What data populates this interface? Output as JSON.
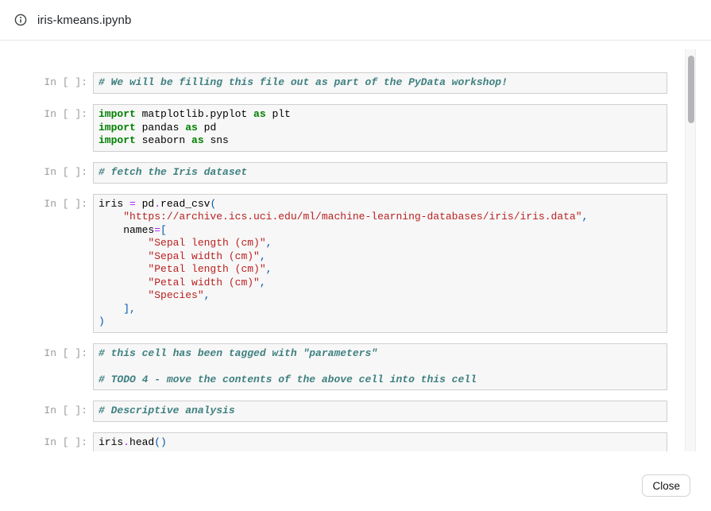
{
  "header": {
    "title": "iris-kmeans.ipynb"
  },
  "footer": {
    "close_label": "Close"
  },
  "colors": {
    "comment": "#408080",
    "keyword": "#008000",
    "string": "#BA2121",
    "operator": "#AA22FF",
    "punctuation": "#0055AA",
    "text": "#000000",
    "prompt": "#9b9b9b",
    "cellBg": "#f7f7f7",
    "cellBorder": "#cfcfcf"
  },
  "notebook": {
    "prompt_label": "In [ ]:",
    "cells": [
      {
        "lines": [
          [
            [
              "c",
              "# We will be filling this file out as part of the PyData workshop!"
            ]
          ]
        ]
      },
      {
        "lines": [
          [
            [
              "k",
              "import"
            ],
            [
              "t",
              " matplotlib.pyplot "
            ],
            [
              "k",
              "as"
            ],
            [
              "t",
              " plt"
            ]
          ],
          [
            [
              "k",
              "import"
            ],
            [
              "t",
              " pandas "
            ],
            [
              "k",
              "as"
            ],
            [
              "t",
              " pd"
            ]
          ],
          [
            [
              "k",
              "import"
            ],
            [
              "t",
              " seaborn "
            ],
            [
              "k",
              "as"
            ],
            [
              "t",
              " sns"
            ]
          ]
        ]
      },
      {
        "lines": [
          [
            [
              "c",
              "# fetch the Iris dataset"
            ]
          ]
        ]
      },
      {
        "lines": [
          [
            [
              "t",
              "iris "
            ],
            [
              "o",
              "="
            ],
            [
              "t",
              " pd"
            ],
            [
              "o",
              "."
            ],
            [
              "t",
              "read_csv"
            ],
            [
              "p",
              "("
            ]
          ],
          [
            [
              "t",
              "    "
            ],
            [
              "s",
              "\"https://archive.ics.uci.edu/ml/machine-learning-databases/iris/iris.data\""
            ],
            [
              "p",
              ","
            ]
          ],
          [
            [
              "t",
              "    names"
            ],
            [
              "o",
              "="
            ],
            [
              "p",
              "["
            ]
          ],
          [
            [
              "t",
              "        "
            ],
            [
              "s",
              "\"Sepal length (cm)\""
            ],
            [
              "p",
              ","
            ]
          ],
          [
            [
              "t",
              "        "
            ],
            [
              "s",
              "\"Sepal width (cm)\""
            ],
            [
              "p",
              ","
            ]
          ],
          [
            [
              "t",
              "        "
            ],
            [
              "s",
              "\"Petal length (cm)\""
            ],
            [
              "p",
              ","
            ]
          ],
          [
            [
              "t",
              "        "
            ],
            [
              "s",
              "\"Petal width (cm)\""
            ],
            [
              "p",
              ","
            ]
          ],
          [
            [
              "t",
              "        "
            ],
            [
              "s",
              "\"Species\""
            ],
            [
              "p",
              ","
            ]
          ],
          [
            [
              "t",
              "    "
            ],
            [
              "p",
              "],"
            ]
          ],
          [
            [
              "p",
              ")"
            ]
          ]
        ]
      },
      {
        "lines": [
          [
            [
              "c",
              "# this cell has been tagged with \"parameters\""
            ]
          ],
          [],
          [
            [
              "c",
              "# TODO 4 - move the contents of the above cell into this cell"
            ]
          ]
        ]
      },
      {
        "lines": [
          [
            [
              "c",
              "# Descriptive analysis"
            ]
          ]
        ]
      },
      {
        "lines": [
          [
            [
              "t",
              "iris"
            ],
            [
              "o",
              "."
            ],
            [
              "t",
              "head"
            ],
            [
              "p",
              "()"
            ]
          ]
        ]
      }
    ]
  }
}
